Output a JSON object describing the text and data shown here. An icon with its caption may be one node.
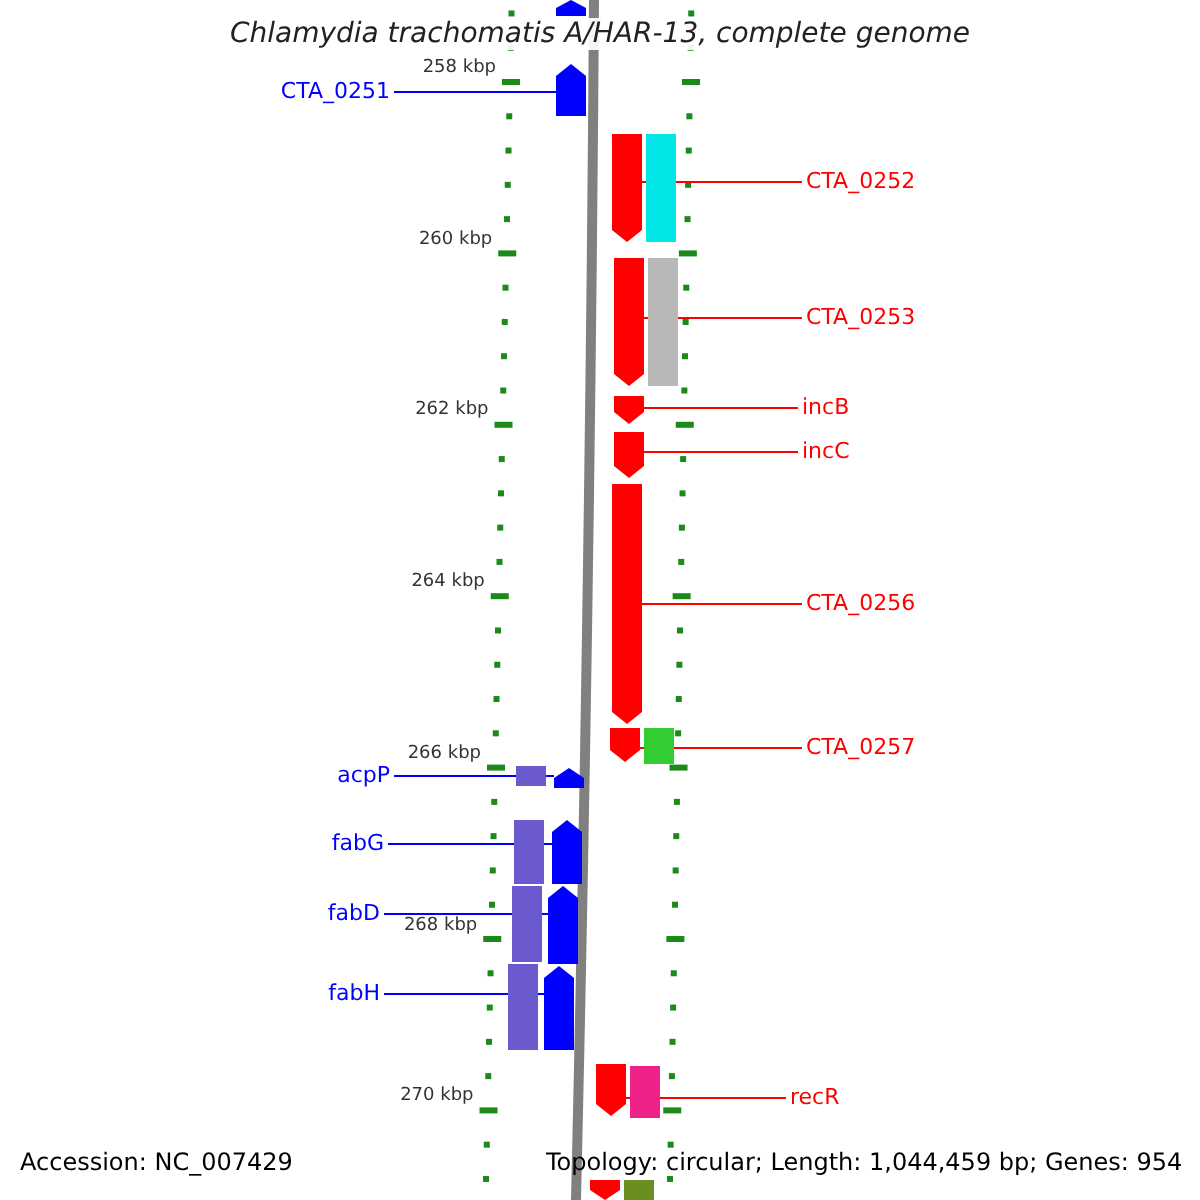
{
  "diagram": {
    "title": "Chlamydia trachomatis A/HAR-13, complete genome",
    "nodes": [
      {
        "text": [],
        "shape": "bar"
      },
      {
        "text": [
          "CTA_0251"
        ]
      },
      {
        "text": [],
        "shape": "bar"
      },
      {
        "text": [
          "CTA_0252"
        ]
      },
      {
        "text": [],
        "shape": "bar"
      },
      {
        "text": [
          "CTA_0253"
        ]
      },
      {
        "text": [],
        "shape": "bar"
      },
      {
        "text": [
          "incB"
        ]
      },
      {
        "text": [],
        "shape": "bar"
      },
      {
        "text": [
          "incC"
        ]
      },
      {
        "text": [],
        "shape": "bar"
      },
      {
        "text": [
          "CTA_0256"
        ]
      },
      {
        "text": [],
        "shape": "bar"
      },
      {
        "text": [
          "CTA_0257"
        ]
      },
      {
        "text": [],
        "shape": "bar"
      },
      {
        "text": [
          "acpP"
        ]
      },
      {
        "text": [],
        "shape": "bar"
      },
      {
        "text": [
          "fabG"
        ]
      },
      {
        "text": [],
        "shape": "bar"
      },
      {
        "text": [
          "fabD"
        ]
      },
      {
        "text": [],
        "shape": "bar"
      },
      {
        "text": [
          "fabH"
        ]
      },
      {
        "text": [],
        "shape": "bar"
      },
      {
        "text": [
          "recR"
        ]
      },
      {
        "text": [],
        "shape": "bar"
      },
      {
        "text": [],
        "shape": "bar"
      }
    ],
    "edges": [
      {
        "from": 1,
        "to": 2,
        "arrow": "none",
        "color": "#0000ff"
      },
      {
        "from": 3,
        "to": 4,
        "arrow": "none"
      },
      {
        "from": 5,
        "to": 6,
        "arrow": "none"
      },
      {
        "from": 7,
        "to": 8,
        "arrow": "none"
      },
      {
        "from": 9,
        "to": 10,
        "arrow": "none"
      },
      {
        "from": 11,
        "to": 12,
        "arrow": "none"
      },
      {
        "from": 13,
        "to": 14,
        "arrow": "none"
      },
      {
        "from": 15,
        "to": 16,
        "arrow": "none",
        "color": "#0000ff"
      },
      {
        "from": 17,
        "to": 18,
        "arrow": "none",
        "color": "#0000ff"
      },
      {
        "from": 19,
        "to": 20,
        "arrow": "none",
        "color": "#0000ff"
      },
      {
        "from": 21,
        "to": 22,
        "arrow": "none",
        "color": "#0000ff"
      },
      {
        "from": 23,
        "to": 24,
        "arrow": "none"
      }
    ],
    "labels": [
      "258 kbp",
      "260 kbp",
      "262 kbp",
      "264 kbp",
      "266 kbp",
      "268 kbp",
      "270 kbp",
      "Accession: NC_007429",
      "Topology: circular; Length: 1,044,459 bp; Genes: 954"
    ]
  }
}
